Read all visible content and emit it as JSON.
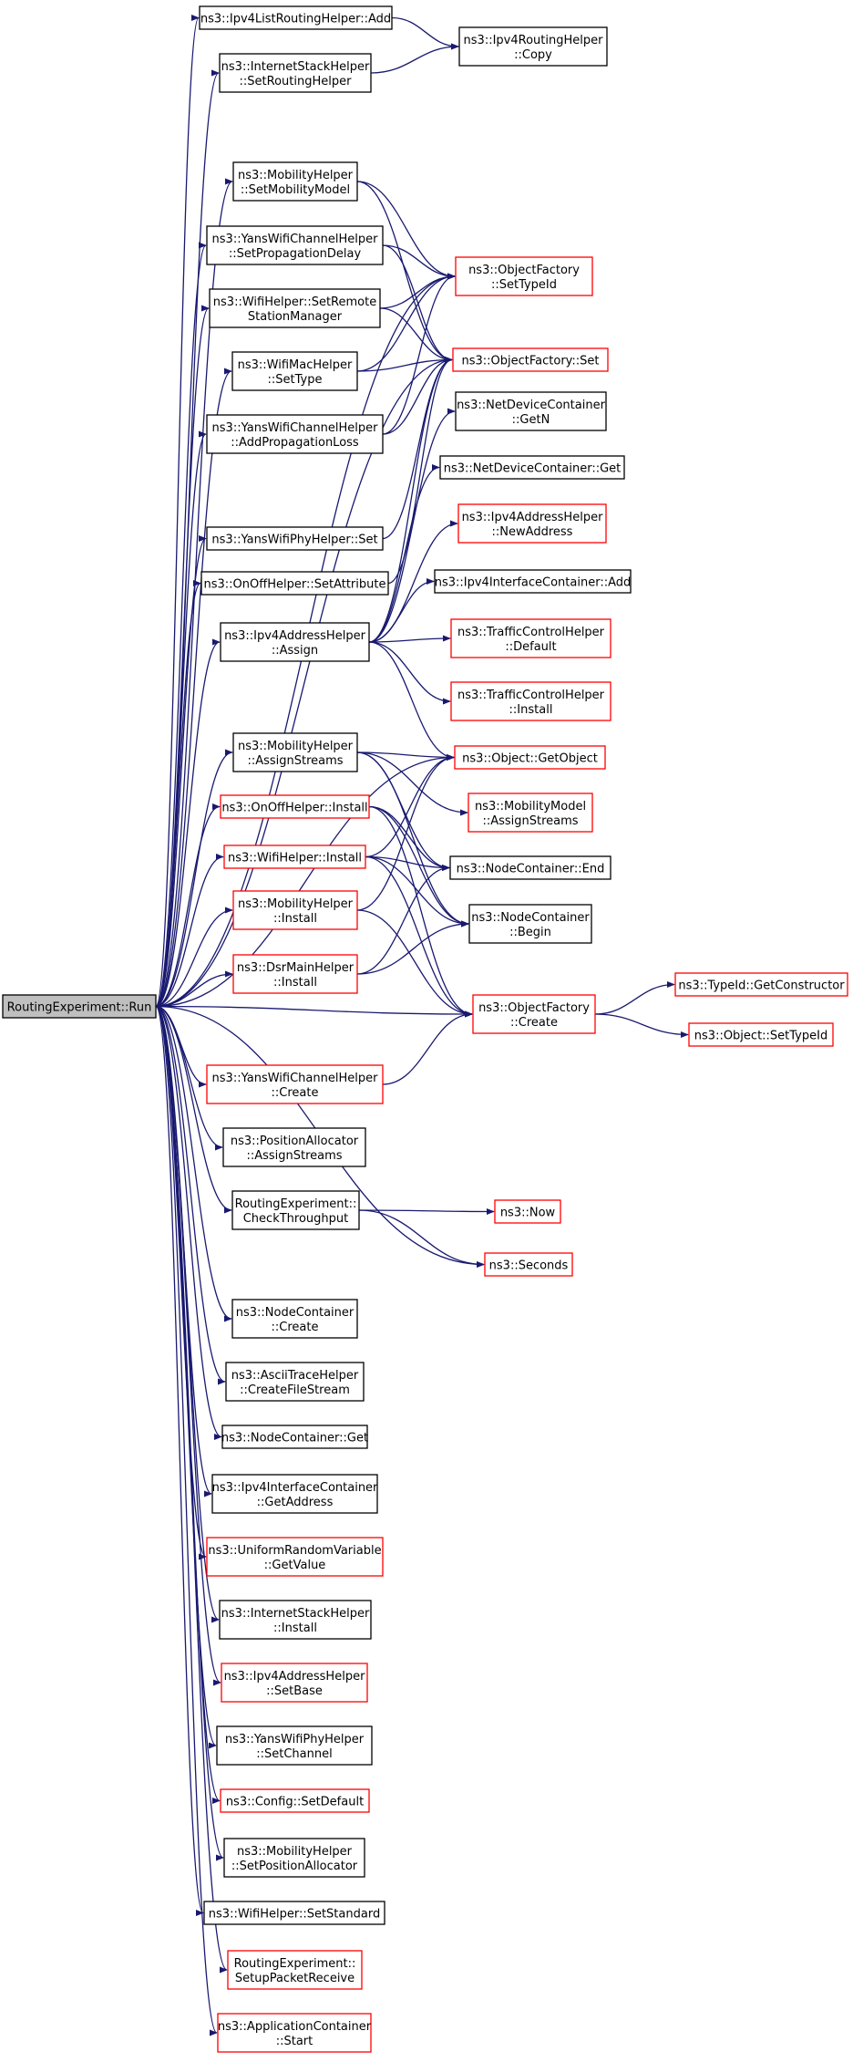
{
  "colors": {
    "edge": "#191970",
    "documented_border": "#000000",
    "undocumented_border": "#ff0000",
    "root_fill": "#bfbfbf",
    "node_fill": "#ffffff"
  },
  "nodes": [
    {
      "id": "run",
      "lines": [
        "RoutingExperiment::Run"
      ],
      "style": "root"
    },
    {
      "id": "ipv4listadd",
      "lines": [
        "ns3::Ipv4ListRoutingHelper::Add"
      ],
      "style": "black"
    },
    {
      "id": "internetsetrouting",
      "lines": [
        "ns3::InternetStackHelper",
        "::SetRoutingHelper"
      ],
      "style": "black"
    },
    {
      "id": "mobilitysetmodel",
      "lines": [
        "ns3::MobilityHelper",
        "::SetMobilityModel"
      ],
      "style": "black"
    },
    {
      "id": "yanschansetprop",
      "lines": [
        "ns3::YansWifiChannelHelper",
        "::SetPropagationDelay"
      ],
      "style": "black"
    },
    {
      "id": "wifisetremote",
      "lines": [
        "ns3::WifiHelper::SetRemote",
        "StationManager"
      ],
      "style": "black"
    },
    {
      "id": "wifimacsettype",
      "lines": [
        "ns3::WifiMacHelper",
        "::SetType"
      ],
      "style": "black"
    },
    {
      "id": "yanschanaddprop",
      "lines": [
        "ns3::YansWifiChannelHelper",
        "::AddPropagationLoss"
      ],
      "style": "black"
    },
    {
      "id": "yansphyset",
      "lines": [
        "ns3::YansWifiPhyHelper::Set"
      ],
      "style": "black"
    },
    {
      "id": "onoffsetattr",
      "lines": [
        "ns3::OnOffHelper::SetAttribute"
      ],
      "style": "black"
    },
    {
      "id": "ipv4addrassign",
      "lines": [
        "ns3::Ipv4AddressHelper",
        "::Assign"
      ],
      "style": "black"
    },
    {
      "id": "mobilityassignstreams",
      "lines": [
        "ns3::MobilityHelper",
        "::AssignStreams"
      ],
      "style": "black"
    },
    {
      "id": "onoffinstall",
      "lines": [
        "ns3::OnOffHelper::Install"
      ],
      "style": "red"
    },
    {
      "id": "wifiinstall",
      "lines": [
        "ns3::WifiHelper::Install"
      ],
      "style": "red"
    },
    {
      "id": "mobilityinstall",
      "lines": [
        "ns3::MobilityHelper",
        "::Install"
      ],
      "style": "red"
    },
    {
      "id": "dsrmaininstall",
      "lines": [
        "ns3::DsrMainHelper",
        "::Install"
      ],
      "style": "red"
    },
    {
      "id": "yanschancreate",
      "lines": [
        "ns3::YansWifiChannelHelper",
        "::Create"
      ],
      "style": "red"
    },
    {
      "id": "posallocassign",
      "lines": [
        "ns3::PositionAllocator",
        "::AssignStreams"
      ],
      "style": "black"
    },
    {
      "id": "checkthroughput",
      "lines": [
        "RoutingExperiment::",
        "CheckThroughput"
      ],
      "style": "black"
    },
    {
      "id": "nodecontcreate",
      "lines": [
        "ns3::NodeContainer",
        "::Create"
      ],
      "style": "black"
    },
    {
      "id": "asciitrace",
      "lines": [
        "ns3::AsciiTraceHelper",
        "::CreateFileStream"
      ],
      "style": "black"
    },
    {
      "id": "nodecontget",
      "lines": [
        "ns3::NodeContainer::Get"
      ],
      "style": "black"
    },
    {
      "id": "ipv4ifcgetaddr",
      "lines": [
        "ns3::Ipv4InterfaceContainer",
        "::GetAddress"
      ],
      "style": "black"
    },
    {
      "id": "uniformgetvalue",
      "lines": [
        "ns3::UniformRandomVariable",
        "::GetValue"
      ],
      "style": "red"
    },
    {
      "id": "internetinstall",
      "lines": [
        "ns3::InternetStackHelper",
        "::Install"
      ],
      "style": "black"
    },
    {
      "id": "ipv4addrsetbase",
      "lines": [
        "ns3::Ipv4AddressHelper",
        "::SetBase"
      ],
      "style": "red"
    },
    {
      "id": "yansphysetchannel",
      "lines": [
        "ns3::YansWifiPhyHelper",
        "::SetChannel"
      ],
      "style": "black"
    },
    {
      "id": "configsetdefault",
      "lines": [
        "ns3::Config::SetDefault"
      ],
      "style": "red"
    },
    {
      "id": "mobilitysetposalloc",
      "lines": [
        "ns3::MobilityHelper",
        "::SetPositionAllocator"
      ],
      "style": "black"
    },
    {
      "id": "wifisetstandard",
      "lines": [
        "ns3::WifiHelper::SetStandard"
      ],
      "style": "black"
    },
    {
      "id": "setuppacketreceive",
      "lines": [
        "RoutingExperiment::",
        "SetupPacketReceive"
      ],
      "style": "red"
    },
    {
      "id": "appcontstart",
      "lines": [
        "ns3::ApplicationContainer",
        "::Start"
      ],
      "style": "red"
    },
    {
      "id": "ipv4routingcopy",
      "lines": [
        "ns3::Ipv4RoutingHelper",
        "::Copy"
      ],
      "style": "black"
    },
    {
      "id": "objfactorysettypeid",
      "lines": [
        "ns3::ObjectFactory",
        "::SetTypeId"
      ],
      "style": "red"
    },
    {
      "id": "objfactoryset",
      "lines": [
        "ns3::ObjectFactory::Set"
      ],
      "style": "red"
    },
    {
      "id": "netdevcontgetn",
      "lines": [
        "ns3::NetDeviceContainer",
        "::GetN"
      ],
      "style": "black"
    },
    {
      "id": "netdevcontget",
      "lines": [
        "ns3::NetDeviceContainer::Get"
      ],
      "style": "black"
    },
    {
      "id": "ipv4addrnewaddr",
      "lines": [
        "ns3::Ipv4AddressHelper",
        "::NewAddress"
      ],
      "style": "red"
    },
    {
      "id": "ipv4ifcadd",
      "lines": [
        "ns3::Ipv4InterfaceContainer::Add"
      ],
      "style": "black"
    },
    {
      "id": "tcdefault",
      "lines": [
        "ns3::TrafficControlHelper",
        "::Default"
      ],
      "style": "red"
    },
    {
      "id": "tcinstall",
      "lines": [
        "ns3::TrafficControlHelper",
        "::Install"
      ],
      "style": "red"
    },
    {
      "id": "objgetobject",
      "lines": [
        "ns3::Object::GetObject"
      ],
      "style": "red"
    },
    {
      "id": "mobmodelassign",
      "lines": [
        "ns3::MobilityModel",
        "::AssignStreams"
      ],
      "style": "red"
    },
    {
      "id": "nodecontend",
      "lines": [
        "ns3::NodeContainer::End"
      ],
      "style": "black"
    },
    {
      "id": "nodecontbegin",
      "lines": [
        "ns3::NodeContainer",
        "::Begin"
      ],
      "style": "black"
    },
    {
      "id": "objfactorycreate",
      "lines": [
        "ns3::ObjectFactory",
        "::Create"
      ],
      "style": "red"
    },
    {
      "id": "now",
      "lines": [
        "ns3::Now"
      ],
      "style": "red"
    },
    {
      "id": "seconds",
      "lines": [
        "ns3::Seconds"
      ],
      "style": "red"
    },
    {
      "id": "typeidgetconstructor",
      "lines": [
        "ns3::TypeId::GetConstructor"
      ],
      "style": "red"
    },
    {
      "id": "objsettypeid",
      "lines": [
        "ns3::Object::SetTypeId"
      ],
      "style": "red"
    }
  ],
  "edges": [
    [
      "run",
      "ipv4listadd"
    ],
    [
      "run",
      "internetsetrouting"
    ],
    [
      "run",
      "objfactorysettypeid"
    ],
    [
      "run",
      "mobilitysetmodel"
    ],
    [
      "run",
      "yanschansetprop"
    ],
    [
      "run",
      "wifisetremote"
    ],
    [
      "run",
      "wifimacsettype"
    ],
    [
      "run",
      "yanschanaddprop"
    ],
    [
      "run",
      "objfactoryset"
    ],
    [
      "run",
      "yansphyset"
    ],
    [
      "run",
      "onoffsetattr"
    ],
    [
      "run",
      "ipv4addrassign"
    ],
    [
      "run",
      "objgetobject"
    ],
    [
      "run",
      "mobilityassignstreams"
    ],
    [
      "run",
      "onoffinstall"
    ],
    [
      "run",
      "wifiinstall"
    ],
    [
      "run",
      "mobilityinstall"
    ],
    [
      "run",
      "dsrmaininstall"
    ],
    [
      "run",
      "objfactorycreate"
    ],
    [
      "run",
      "yanschancreate"
    ],
    [
      "run",
      "posallocassign"
    ],
    [
      "run",
      "checkthroughput"
    ],
    [
      "run",
      "seconds"
    ],
    [
      "run",
      "nodecontcreate"
    ],
    [
      "run",
      "asciitrace"
    ],
    [
      "run",
      "nodecontget"
    ],
    [
      "run",
      "ipv4ifcgetaddr"
    ],
    [
      "run",
      "uniformgetvalue"
    ],
    [
      "run",
      "internetinstall"
    ],
    [
      "run",
      "ipv4addrsetbase"
    ],
    [
      "run",
      "yansphysetchannel"
    ],
    [
      "run",
      "configsetdefault"
    ],
    [
      "run",
      "mobilitysetposalloc"
    ],
    [
      "run",
      "wifisetstandard"
    ],
    [
      "run",
      "setuppacketreceive"
    ],
    [
      "run",
      "appcontstart"
    ],
    [
      "ipv4listadd",
      "ipv4routingcopy"
    ],
    [
      "internetsetrouting",
      "ipv4routingcopy"
    ],
    [
      "mobilitysetmodel",
      "objfactorysettypeid"
    ],
    [
      "mobilitysetmodel",
      "objfactoryset"
    ],
    [
      "yanschansetprop",
      "objfactorysettypeid"
    ],
    [
      "yanschansetprop",
      "objfactoryset"
    ],
    [
      "wifisetremote",
      "objfactorysettypeid"
    ],
    [
      "wifisetremote",
      "objfactoryset"
    ],
    [
      "wifimacsettype",
      "objfactorysettypeid"
    ],
    [
      "wifimacsettype",
      "objfactoryset"
    ],
    [
      "yanschanaddprop",
      "objfactorysettypeid"
    ],
    [
      "yanschanaddprop",
      "objfactoryset"
    ],
    [
      "yansphyset",
      "objfactoryset"
    ],
    [
      "onoffsetattr",
      "objfactoryset"
    ],
    [
      "ipv4addrassign",
      "objfactoryset"
    ],
    [
      "ipv4addrassign",
      "netdevcontgetn"
    ],
    [
      "ipv4addrassign",
      "netdevcontget"
    ],
    [
      "ipv4addrassign",
      "ipv4addrnewaddr"
    ],
    [
      "ipv4addrassign",
      "ipv4ifcadd"
    ],
    [
      "ipv4addrassign",
      "tcdefault"
    ],
    [
      "ipv4addrassign",
      "tcinstall"
    ],
    [
      "ipv4addrassign",
      "objgetobject"
    ],
    [
      "mobilityassignstreams",
      "objgetobject"
    ],
    [
      "mobilityassignstreams",
      "mobmodelassign"
    ],
    [
      "mobilityassignstreams",
      "nodecontend"
    ],
    [
      "mobilityassignstreams",
      "nodecontbegin"
    ],
    [
      "onoffinstall",
      "nodecontend"
    ],
    [
      "onoffinstall",
      "nodecontbegin"
    ],
    [
      "onoffinstall",
      "objfactorycreate"
    ],
    [
      "wifiinstall",
      "objgetobject"
    ],
    [
      "wifiinstall",
      "nodecontend"
    ],
    [
      "wifiinstall",
      "nodecontbegin"
    ],
    [
      "wifiinstall",
      "objfactorycreate"
    ],
    [
      "mobilityinstall",
      "objgetobject"
    ],
    [
      "mobilityinstall",
      "objfactorycreate"
    ],
    [
      "dsrmaininstall",
      "nodecontend"
    ],
    [
      "dsrmaininstall",
      "nodecontbegin"
    ],
    [
      "yanschancreate",
      "objfactorycreate"
    ],
    [
      "objfactorycreate",
      "typeidgetconstructor"
    ],
    [
      "objfactorycreate",
      "objsettypeid"
    ],
    [
      "checkthroughput",
      "now"
    ],
    [
      "checkthroughput",
      "seconds"
    ]
  ]
}
